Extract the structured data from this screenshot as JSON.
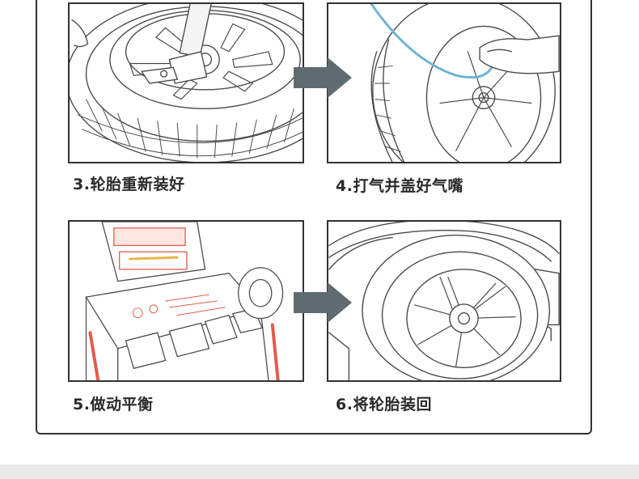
{
  "steps": [
    {
      "caption": "3.轮胎重新装好"
    },
    {
      "caption": "4.打气并盖好气嘴"
    },
    {
      "caption": "5.做动平衡"
    },
    {
      "caption": "6.将轮胎装回"
    }
  ],
  "colors": {
    "frame": "#333333",
    "arrow": "#5f6b70",
    "line_art": "#4a4a4a",
    "machine_accent_red": "#e45a4a",
    "hose_blue": "#6fb3d3",
    "background_band": "#e9e9e9"
  },
  "icons": [
    "tire-mounting-illustration",
    "tire-inflation-illustration",
    "wheel-balancing-machine-illustration",
    "wheel-installed-on-car-illustration",
    "right-arrow-icon"
  ]
}
